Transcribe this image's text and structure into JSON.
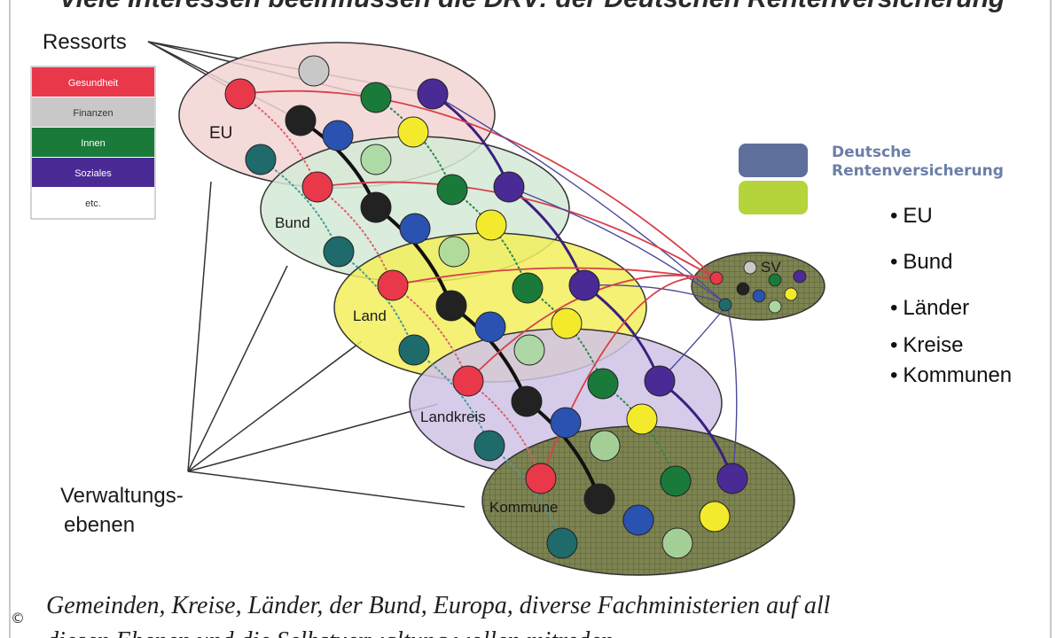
{
  "title": "Viele Interessen beeinflussen die DRV: der Deutschen Rentenversicherung",
  "annotations": {
    "ressorts": "Ressorts",
    "verwaltung_line1": "Verwaltungs-",
    "verwaltung_line2": "ebenen"
  },
  "legend": [
    {
      "label": "Gesundheit",
      "color": "#e8384a"
    },
    {
      "label": "Finanzen",
      "color": "#c8c8c8"
    },
    {
      "label": "Innen",
      "color": "#1a7a3a"
    },
    {
      "label": "Soziales",
      "color": "#4a2a94"
    },
    {
      "label": "etc.",
      "color": "#ffffff"
    }
  ],
  "levels": [
    {
      "label": "EU",
      "fill": "#f3d3d3"
    },
    {
      "label": "Bund",
      "fill": "#d3ead6"
    },
    {
      "label": "Land",
      "fill": "#f2ee5c"
    },
    {
      "label": "Landkreis",
      "fill": "#cfc3e6"
    },
    {
      "label": "Kommune",
      "fill": "#7e8352"
    }
  ],
  "sv_label": "SV",
  "drv": {
    "logo_line1": "Deutsche",
    "logo_line2": "Rentenversicherung",
    "logo_colors": {
      "top": "#5f6f9c",
      "bottom": "#b5d33a"
    },
    "list": [
      "EU",
      "Bund",
      "Länder",
      "Kreise",
      "Kommunen"
    ]
  },
  "caption": {
    "line1": "Gemeinden, Kreise, Länder, der Bund, Europa, diverse Fachministerien auf all",
    "line2": "diesen Ebenen und die Selbstverwaltung wollen mitreden",
    "copyright_symbol": "©"
  },
  "colors": {
    "red": "#e8384a",
    "grey": "#c8c8c8",
    "green": "#1a7a3a",
    "purple": "#4a2a94",
    "black": "#222222",
    "blue": "#2a52b0",
    "yellow": "#f2ea2a",
    "teal": "#1f6a6a",
    "lightgreen": "#a8d8a0"
  }
}
